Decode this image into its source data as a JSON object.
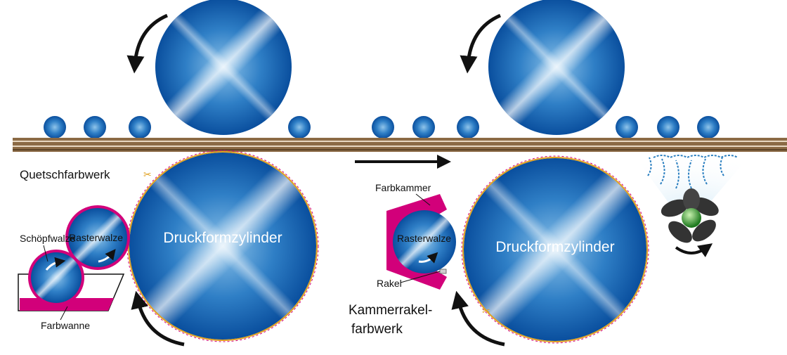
{
  "labels": {
    "quetschfarbwerk": "Quetschfarbwerk",
    "schoepfwalze": "Schöpfwalze",
    "rasterwalze_left": "Rasterwalze",
    "farbwanne": "Farbwanne",
    "druckformzylinder_left": "Druckformzylinder",
    "farbkammer": "Farbkammer",
    "rasterwalze_right": "Rasterwalze",
    "rakel": "Rakel",
    "druckformzylinder_right": "Druckformzylinder",
    "kammerrakel_line1": "Kammerrakel-",
    "kammerrakel_line2": "farbwerk"
  },
  "colors": {
    "cylinder_dark": "#0a4f9e",
    "cylinder_light": "#e6f2fb",
    "web": "#8b6a45",
    "ink": "#d2007a",
    "arrow": "#111111"
  }
}
